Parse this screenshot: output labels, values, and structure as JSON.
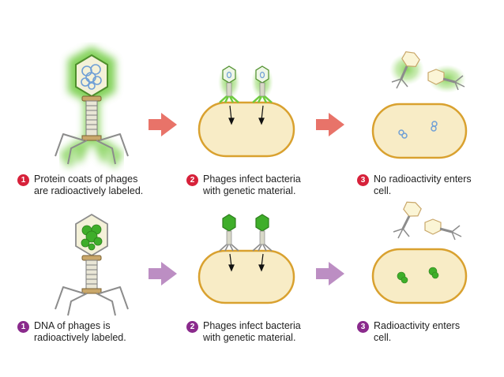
{
  "colors": {
    "row1_accent": "#d7213a",
    "row2_accent": "#8a2a8c",
    "protein_glow": "#7ecf4f",
    "dna_green": "#3fae2a",
    "dna_blue": "#6f9fd6",
    "cell_fill": "#f8ecc6",
    "cell_border": "#d9a12f",
    "phage_grey": "#8c8c8c",
    "collar_tan": "#c9a76a",
    "head_fill": "#f7efcc",
    "arrow_red": "#e45a4f",
    "arrow_purple": "#b07ab8"
  },
  "rows": [
    {
      "id": "protein",
      "steps": [
        {
          "number": "1",
          "text": "Protein coats of phages\nare radioactively labeled."
        },
        {
          "number": "2",
          "text": "Phages infect bacteria\nwith genetic material."
        },
        {
          "number": "3",
          "text": "No radioactivity enters\ncell."
        }
      ]
    },
    {
      "id": "dna",
      "steps": [
        {
          "number": "1",
          "text": "DNA of phages is\nradioactively labeled."
        },
        {
          "number": "2",
          "text": "Phages infect bacteria\nwith genetic material."
        },
        {
          "number": "3",
          "text": "Radioactivity enters\ncell."
        }
      ]
    }
  ]
}
